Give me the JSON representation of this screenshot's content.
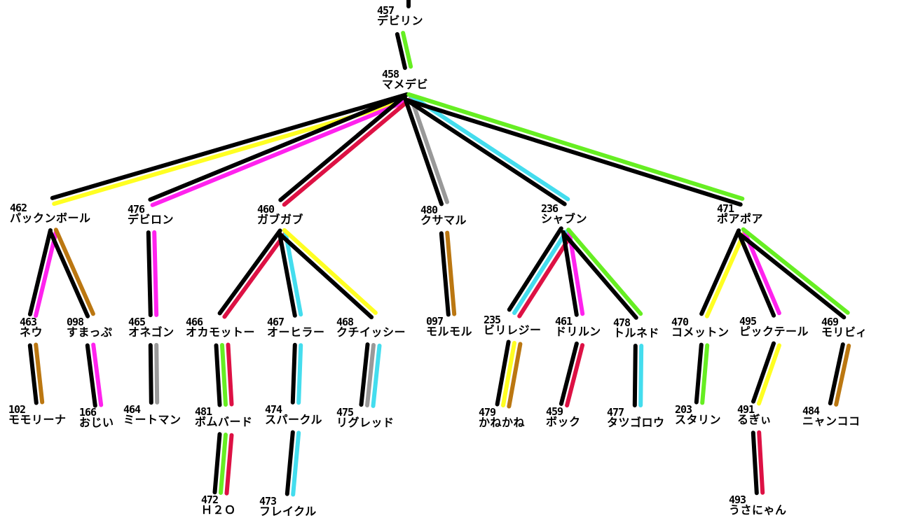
{
  "colors": {
    "outline": "#000000",
    "yellow": "#ffff22",
    "magenta": "#ff22ee",
    "crimson": "#dd1144",
    "gray": "#999999",
    "cyan": "#44ddee",
    "green": "#66ee22",
    "brown": "#bb7711"
  },
  "nodes": [
    {
      "id": "457",
      "num": "457",
      "name": "デビリン"
    },
    {
      "id": "458",
      "num": "458",
      "name": "マメデビ"
    },
    {
      "id": "462",
      "num": "462",
      "name": "パックンボール"
    },
    {
      "id": "476",
      "num": "476",
      "name": "デビロン"
    },
    {
      "id": "460",
      "num": "460",
      "name": "ガブガブ"
    },
    {
      "id": "480",
      "num": "480",
      "name": "クサマル"
    },
    {
      "id": "236",
      "num": "236",
      "name": "シャブン"
    },
    {
      "id": "471",
      "num": "471",
      "name": "ポアポア"
    },
    {
      "id": "463",
      "num": "463",
      "name": "ネウ"
    },
    {
      "id": "098",
      "num": "098",
      "name": "すまっぷ"
    },
    {
      "id": "465",
      "num": "465",
      "name": "オネゴン"
    },
    {
      "id": "466",
      "num": "466",
      "name": "オカモットー"
    },
    {
      "id": "467",
      "num": "467",
      "name": "オーヒラー"
    },
    {
      "id": "468",
      "num": "468",
      "name": "クチイッシー"
    },
    {
      "id": "097",
      "num": "097",
      "name": "モルモル"
    },
    {
      "id": "235",
      "num": "235",
      "name": "ビリレジー"
    },
    {
      "id": "461",
      "num": "461",
      "name": "ドリルン"
    },
    {
      "id": "478",
      "num": "478",
      "name": "トルネド"
    },
    {
      "id": "470",
      "num": "470",
      "name": "コメットン"
    },
    {
      "id": "495",
      "num": "495",
      "name": "ピックテール"
    },
    {
      "id": "469",
      "num": "469",
      "name": "モリビィ"
    },
    {
      "id": "102",
      "num": "102",
      "name": "モモリーナ"
    },
    {
      "id": "166",
      "num": "166",
      "name": "おじい"
    },
    {
      "id": "464",
      "num": "464",
      "name": "ミートマン"
    },
    {
      "id": "481",
      "num": "481",
      "name": "ボムバード"
    },
    {
      "id": "474",
      "num": "474",
      "name": "スパークル"
    },
    {
      "id": "475",
      "num": "475",
      "name": "リグレッド"
    },
    {
      "id": "479",
      "num": "479",
      "name": "かねかね"
    },
    {
      "id": "459",
      "num": "459",
      "name": "ボック"
    },
    {
      "id": "477",
      "num": "477",
      "name": "タツゴロウ"
    },
    {
      "id": "203",
      "num": "203",
      "name": "スタリン"
    },
    {
      "id": "491",
      "num": "491",
      "name": "るぎぃ"
    },
    {
      "id": "484",
      "num": "484",
      "name": "ニャンココ"
    },
    {
      "id": "472",
      "num": "472",
      "name": "Ｈ２Ｏ"
    },
    {
      "id": "473",
      "num": "473",
      "name": "フレイクル"
    },
    {
      "id": "493",
      "num": "493",
      "name": "うさにゃん"
    }
  ],
  "links": [
    {
      "from": "457",
      "to": "458",
      "colors": [
        "green"
      ]
    },
    {
      "from": "458",
      "to": "462",
      "colors": [
        "yellow"
      ]
    },
    {
      "from": "458",
      "to": "476",
      "colors": [
        "magenta"
      ]
    },
    {
      "from": "458",
      "to": "460",
      "colors": [
        "crimson"
      ]
    },
    {
      "from": "458",
      "to": "480",
      "colors": [
        "gray"
      ]
    },
    {
      "from": "458",
      "to": "236",
      "colors": [
        "cyan"
      ]
    },
    {
      "from": "458",
      "to": "471",
      "colors": [
        "green"
      ]
    },
    {
      "from": "462",
      "to": "463",
      "colors": [
        "magenta"
      ]
    },
    {
      "from": "462",
      "to": "098",
      "colors": [
        "brown"
      ]
    },
    {
      "from": "476",
      "to": "465",
      "colors": [
        "magenta"
      ]
    },
    {
      "from": "460",
      "to": "466",
      "colors": [
        "crimson"
      ]
    },
    {
      "from": "460",
      "to": "467",
      "colors": [
        "cyan"
      ]
    },
    {
      "from": "460",
      "to": "468",
      "colors": [
        "yellow"
      ]
    },
    {
      "from": "480",
      "to": "097",
      "colors": [
        "brown"
      ]
    },
    {
      "from": "236",
      "to": "235",
      "colors": [
        "crimson",
        "cyan"
      ]
    },
    {
      "from": "236",
      "to": "461",
      "colors": [
        "magenta"
      ]
    },
    {
      "from": "236",
      "to": "478",
      "colors": [
        "green"
      ]
    },
    {
      "from": "471",
      "to": "470",
      "colors": [
        "yellow"
      ]
    },
    {
      "from": "471",
      "to": "495",
      "colors": [
        "magenta"
      ]
    },
    {
      "from": "471",
      "to": "469",
      "colors": [
        "green"
      ]
    },
    {
      "from": "463",
      "to": "102",
      "colors": [
        "brown"
      ]
    },
    {
      "from": "098",
      "to": "166",
      "colors": [
        "magenta"
      ]
    },
    {
      "from": "465",
      "to": "464",
      "colors": [
        "gray"
      ]
    },
    {
      "from": "466",
      "to": "481",
      "colors": [
        "crimson",
        "green"
      ]
    },
    {
      "from": "467",
      "to": "474",
      "colors": [
        "cyan"
      ]
    },
    {
      "from": "468",
      "to": "475",
      "colors": [
        "cyan",
        "gray"
      ]
    },
    {
      "from": "235",
      "to": "479",
      "colors": [
        "brown",
        "yellow"
      ]
    },
    {
      "from": "461",
      "to": "459",
      "colors": [
        "crimson"
      ]
    },
    {
      "from": "478",
      "to": "477",
      "colors": [
        "cyan"
      ]
    },
    {
      "from": "470",
      "to": "203",
      "colors": [
        "green"
      ]
    },
    {
      "from": "495",
      "to": "491",
      "colors": [
        "yellow"
      ]
    },
    {
      "from": "469",
      "to": "484",
      "colors": [
        "brown"
      ]
    },
    {
      "from": "481",
      "to": "472",
      "colors": [
        "crimson",
        "green"
      ]
    },
    {
      "from": "474",
      "to": "473",
      "colors": [
        "cyan"
      ]
    },
    {
      "from": "491",
      "to": "493",
      "colors": [
        "crimson"
      ]
    }
  ]
}
